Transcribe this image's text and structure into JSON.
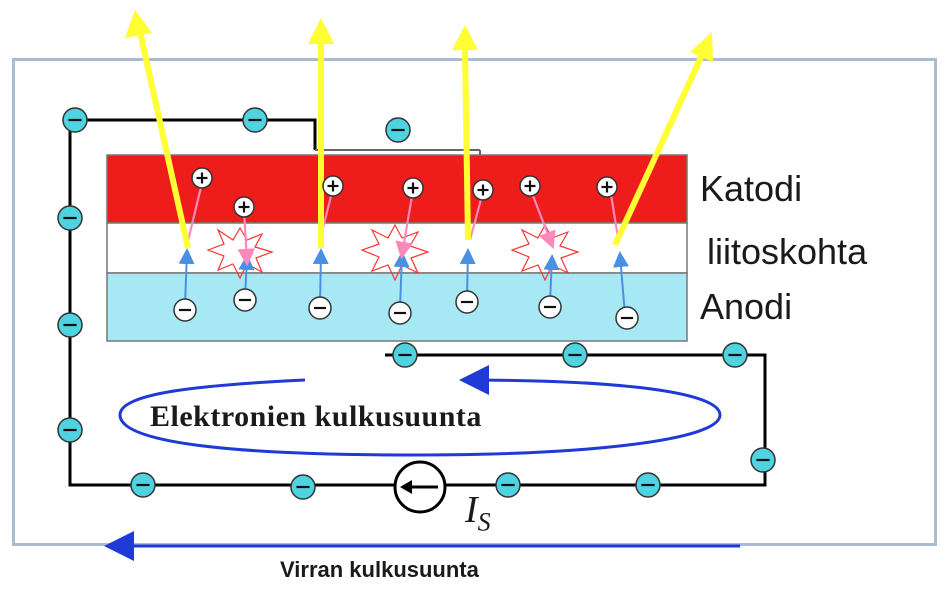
{
  "labels": {
    "cathode": "Katodi",
    "junction": "liitoskohta",
    "anode": "Anodi",
    "electron_flow": "Elektronien kulkusuunta",
    "current_symbol": "I",
    "current_subscript": "S",
    "current_flow": "Virran kulkusuunta"
  },
  "colors": {
    "cathode": "#ef1c1c",
    "junction": "#ffffff",
    "anode": "#a6e9f4",
    "photon": "#ffff33",
    "electron": "#4fd3e0",
    "flow_arrow": "#1f3ad6",
    "wire": "#000000",
    "hole_path": "#ff88bb",
    "electron_path": "#4a90e2",
    "recombination_burst": "#ff3333"
  }
}
